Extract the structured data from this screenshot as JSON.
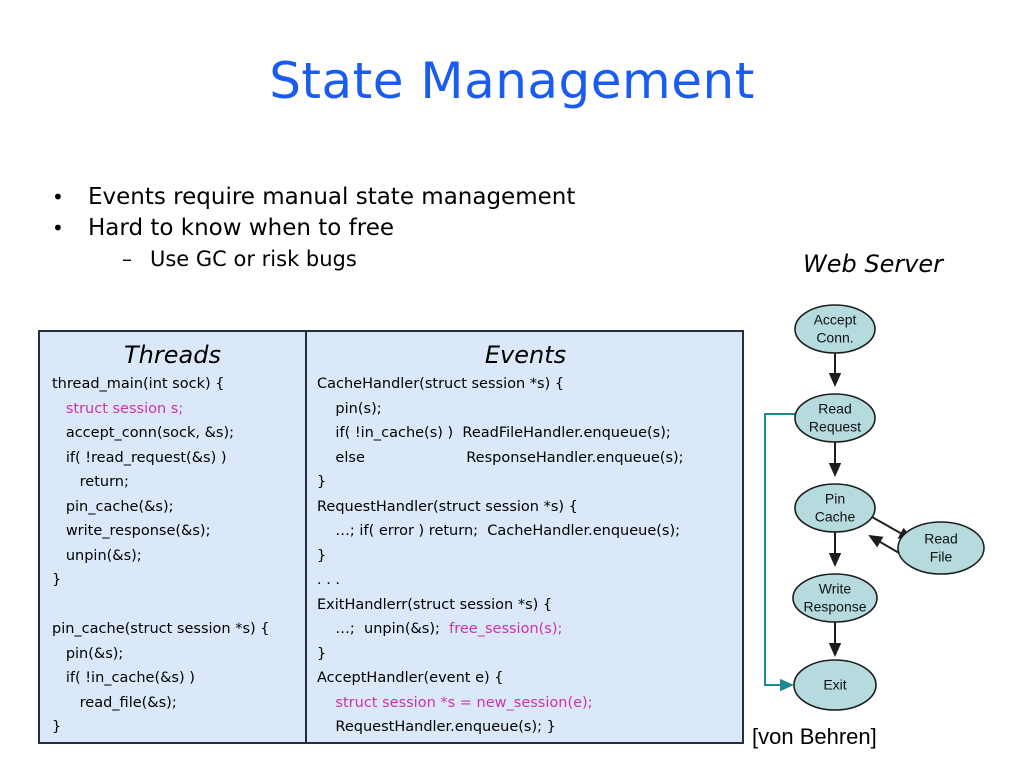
{
  "slide": {
    "title": "State Management",
    "title_color": "#1a5cf0",
    "attribution": "[von Behren]"
  },
  "bullets": [
    {
      "mark": "•",
      "text": "Events require manual state management",
      "level": 1
    },
    {
      "mark": "•",
      "text": "Hard to know when to free",
      "level": 1
    },
    {
      "mark": "–",
      "text": "Use GC or risk bugs",
      "level": 2
    }
  ],
  "code_panel": {
    "panel_bg": "#dbe8f9",
    "panel_border": "#25303f",
    "highlight_color": "#cc33aa",
    "columns": [
      {
        "header": "Threads",
        "lines": [
          {
            "text": "thread_main(int sock) {",
            "highlight": false
          },
          {
            "text": "   struct session s;",
            "highlight": true
          },
          {
            "text": "   accept_conn(sock, &s);",
            "highlight": false
          },
          {
            "text": "   if( !read_request(&s) )",
            "highlight": false
          },
          {
            "text": "      return;",
            "highlight": false
          },
          {
            "text": "   pin_cache(&s);",
            "highlight": false
          },
          {
            "text": "   write_response(&s);",
            "highlight": false
          },
          {
            "text": "   unpin(&s);",
            "highlight": false
          },
          {
            "text": "}",
            "highlight": false
          },
          {
            "text": " ",
            "highlight": false
          },
          {
            "text": "pin_cache(struct session *s) {",
            "highlight": false
          },
          {
            "text": "   pin(&s);",
            "highlight": false
          },
          {
            "text": "   if( !in_cache(&s) )",
            "highlight": false
          },
          {
            "text": "      read_file(&s);",
            "highlight": false
          },
          {
            "text": "}",
            "highlight": false
          }
        ]
      },
      {
        "header": "Events",
        "lines": [
          {
            "text": "CacheHandler(struct session *s) {",
            "highlight": false
          },
          {
            "text": "    pin(s);",
            "highlight": false
          },
          {
            "text": "    if( !in_cache(s) )  ReadFileHandler.enqueue(s);",
            "highlight": false
          },
          {
            "text": "    else                      ResponseHandler.enqueue(s);",
            "highlight": false
          },
          {
            "text": "}",
            "highlight": false
          },
          {
            "text": "RequestHandler(struct session *s) {",
            "highlight": false
          },
          {
            "text": "    …; if( error ) return;  CacheHandler.enqueue(s);",
            "highlight": false
          },
          {
            "text": "}",
            "highlight": false
          },
          {
            "text": ". . .",
            "highlight": false
          },
          {
            "text": "ExitHandlerr(struct session *s) {",
            "highlight": false
          },
          {
            "text": "    …;  unpin(&s);  free_session(s);",
            "highlight": false,
            "partial_highlight": "free_session(s);"
          },
          {
            "text": "}",
            "highlight": false
          },
          {
            "text": "AcceptHandler(event e) {",
            "highlight": false
          },
          {
            "text": "    struct session *s = new_session(e);",
            "highlight": true
          },
          {
            "text": "    RequestHandler.enqueue(s); }",
            "highlight": false
          }
        ]
      }
    ]
  },
  "flowchart": {
    "title": "Web Server",
    "node_fill": "#b5dbde",
    "node_stroke": "#1d1d1d",
    "arrow_color": "#1d1d1d",
    "loop_arrow_color": "#1d8a8f",
    "nodes": [
      {
        "id": "accept",
        "label_line1": "Accept",
        "label_line2": "Conn."
      },
      {
        "id": "read_req",
        "label_line1": "Read",
        "label_line2": "Request"
      },
      {
        "id": "pin",
        "label_line1": "Pin",
        "label_line2": "Cache"
      },
      {
        "id": "readfile",
        "label_line1": "Read",
        "label_line2": "File"
      },
      {
        "id": "write",
        "label_line1": "Write",
        "label_line2": "Response"
      },
      {
        "id": "exit",
        "label_line1": "Exit",
        "label_line2": ""
      }
    ],
    "edges": [
      {
        "from": "accept",
        "to": "read_req",
        "style": "straight"
      },
      {
        "from": "read_req",
        "to": "pin",
        "style": "straight"
      },
      {
        "from": "pin",
        "to": "readfile",
        "style": "diagonal"
      },
      {
        "from": "readfile",
        "to": "pin",
        "style": "diagonal"
      },
      {
        "from": "pin",
        "to": "write",
        "style": "straight"
      },
      {
        "from": "write",
        "to": "exit",
        "style": "straight"
      },
      {
        "from": "read_req",
        "to": "exit",
        "style": "loop-left"
      }
    ]
  }
}
